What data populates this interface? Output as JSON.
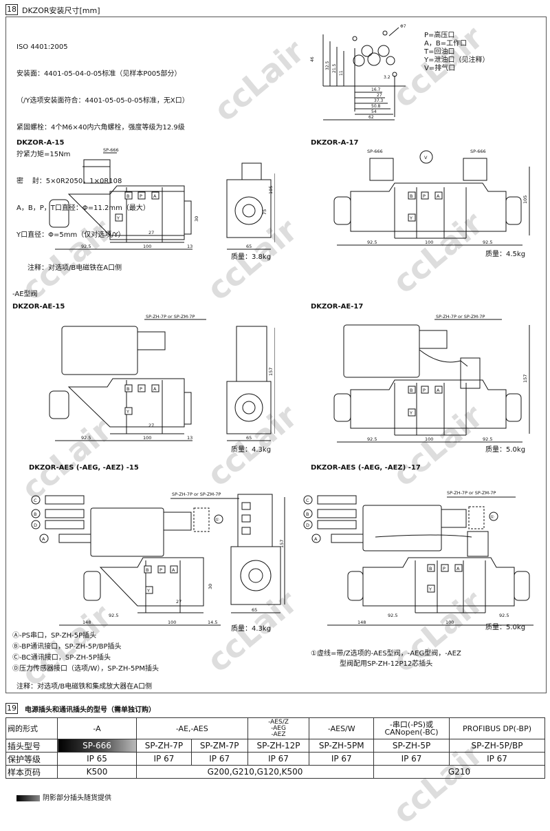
{
  "section18": {
    "number": "18",
    "title": "DKZOR安装尺寸[mm]",
    "spec_lines": [
      "ISO 4401:2005",
      "安装面：4401-05-04-0-05标准（见样本P005部分）",
      "（/Y选项安装面符合：4401-05-05-0-05标准，无X口）",
      "紧固螺栓：4个M6×40内六角螺栓，强度等级为12.9级",
      "拧紧力矩=15Nm",
      "密    封：5×0R2050，1×0R108",
      "A，B，P，T口直径：Φ=11.2mm（最大）",
      "Y口直径：Φ=5mm（仅对选项/Y）"
    ],
    "port_legend": [
      "P=高压口",
      "A，B=工作口",
      "T=回油口",
      "Y=泄油口（见注释）",
      "V=排气口"
    ],
    "mounting_dims": [
      "46",
      "32.5",
      "21.5",
      "11",
      "16.7",
      "3.2",
      "27",
      "37.3",
      "50.8",
      "54",
      "62",
      "Φ7"
    ],
    "drawings": {
      "a15": {
        "title": "DKZOR-A-15",
        "connector": "SP-666",
        "dims": [
          "92.5",
          "100",
          "13",
          "27",
          "65",
          "105",
          "75",
          "30"
        ],
        "weight": "质量：3.8kg",
        "note": "注释：对选项/B电磁铁在A口侧"
      },
      "a17": {
        "title": "DKZOR-A-17",
        "connector_left": "SP-666",
        "connector_right": "SP-666",
        "vent": "V",
        "dims": [
          "92.5",
          "100",
          "92.5",
          "105"
        ],
        "weight": "质量：4.5kg"
      },
      "ae_label": "-AE型阀",
      "ae15": {
        "title": "DKZOR-AE-15",
        "connector": "SP-ZH-7P or SP-ZM-7P",
        "dims": [
          "92.5",
          "100",
          "13",
          "27",
          "65",
          "157"
        ],
        "weight": "质量：4.3kg"
      },
      "ae17": {
        "title": "DKZOR-AE-17",
        "connector": "SP-ZH-7P or SP-ZM-7P",
        "dims": [
          "92.5",
          "100",
          "92.5",
          "157"
        ],
        "weight": "质量：5.0kg"
      },
      "aes15": {
        "title": "DKZOR-AES (-AEG, -AEZ) -15",
        "connector": "SP-ZH-7P or SP-ZM-7P",
        "dims": [
          "148",
          "92.5",
          "100",
          "14.5",
          "27",
          "65",
          "157",
          "30"
        ],
        "weight": "质量：4.3kg"
      },
      "aes17": {
        "title": "DKZOR-AES (-AEG, -AEZ) -17",
        "connector": "SP-ZH-7P or SP-ZM-7P",
        "dims": [
          "148",
          "92.5",
          "100",
          "92.5"
        ],
        "weight": "质量：5.0kg"
      }
    },
    "markers": {
      "a": "A",
      "b": "B",
      "c": "C",
      "d": "D",
      "one": "①",
      "P": "P",
      "A": "A",
      "B": "B",
      "Y": "Y"
    },
    "aes_legend": [
      "Ⓐ-PS串口，SP-ZH-5P插头",
      "Ⓑ-BP通讯接口，SP-ZH-5P/BP插头",
      "Ⓒ-BC通讯接口，SP-ZH-5P插头",
      "Ⓓ压力传感器接口（选项/W），SP-ZH-5PM插头"
    ],
    "aes_footnote": [
      "①虚线=带/Z选项的-AES型阀，-AEG型阀，-AEZ",
      "型阀配用SP-ZH-12P12芯插头"
    ],
    "bottom_note": "注释：对选项/B电磁铁和集成放大器在A口侧"
  },
  "section19": {
    "number": "19",
    "title": "电源插头和通讯插头的型号（需单独订购）",
    "header": {
      "label": "阀的形式",
      "c1": "-A",
      "c2": "-AE,-AES",
      "c3": "-AES/Z\n-AEG\n-AEZ",
      "c4": "-AES/W",
      "c5": "-串口(-PS)或\nCANopen(-BC)",
      "c6": "PROFIBUS DP(-BP)"
    },
    "rows": {
      "plug": {
        "label": "插头型号",
        "cells": [
          "SP-666",
          "SP-ZH-7P",
          "SP-ZM-7P",
          "SP-ZH-12P",
          "SP-ZH-5PM",
          "SP-ZH-5P",
          "SP-ZH-5P/BP"
        ]
      },
      "protection": {
        "label": "保护等级",
        "cells": [
          "IP 65",
          "IP 67",
          "IP 67",
          "IP 67",
          "IP 67",
          "IP 67"
        ]
      },
      "page": {
        "label": "样本页码",
        "cells": [
          "K500",
          "G200,G210,G120,K500",
          "G210"
        ]
      }
    },
    "footer": "阴影部分插头随货提供"
  },
  "watermark": "ccLair"
}
